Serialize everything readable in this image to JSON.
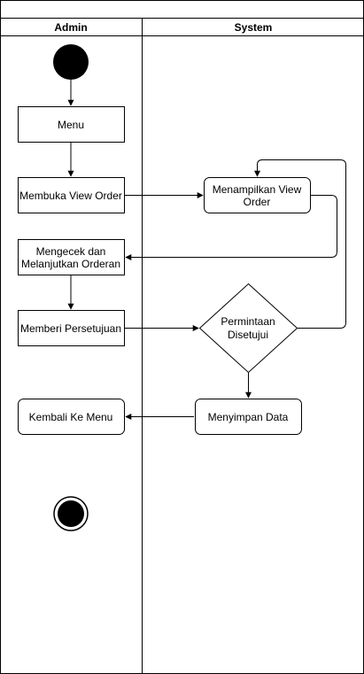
{
  "swimlanes": {
    "admin": "Admin",
    "system": "System"
  },
  "nodes": {
    "menu": "Menu",
    "membuka_view_order": "Membuka View Order",
    "menampilkan_view_order": [
      "Menampilkan View",
      "Order"
    ],
    "mengecek_dan_melanjutkan": [
      "Mengecek dan",
      "Melanjutkan Orderan"
    ],
    "memberi_persetujuan": "Memberi Persetujuan",
    "permintaan_disetujui": [
      "Permintaan",
      "Disetujui"
    ],
    "menyimpan_data": "Menyimpan Data",
    "kembali_ke_menu": "Kembali Ke Menu"
  },
  "colors": {
    "stroke": "#000000",
    "fill": "#ffffff",
    "start_node": "#000000"
  }
}
